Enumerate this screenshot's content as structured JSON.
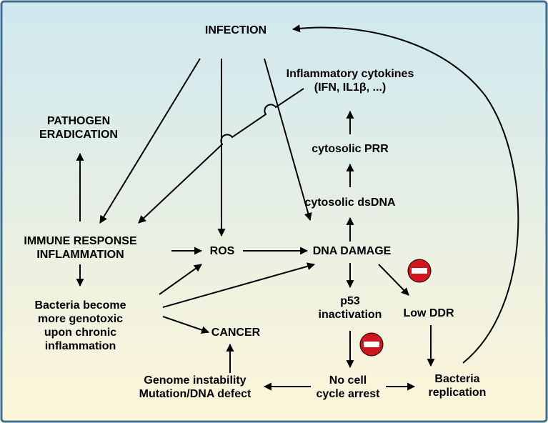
{
  "nodes": {
    "infection": "INFECTION",
    "cytokines_line1": "Inflammatory cytokines",
    "cytokines_line2": "(IFN, IL1β, ...)",
    "pathogen_line1": "PATHOGEN",
    "pathogen_line2": "ERADICATION",
    "cytosolic_prr": "cytosolic PRR",
    "cytosolic_dsdna": "cytosolic dsDNA",
    "immune_line1": "IMMUNE RESPONSE",
    "immune_line2": "INFLAMMATION",
    "ros": "ROS",
    "dna_damage": "DNA DAMAGE",
    "bacteria_line1": "Bacteria become",
    "bacteria_line2": "more genotoxic",
    "bacteria_line3": "upon chronic",
    "bacteria_line4": "inflammation",
    "p53_line1": "p53",
    "p53_line2": "inactivation",
    "low_ddr": "Low DDR",
    "cancer": "CANCER",
    "genome_line1": "Genome instability",
    "genome_line2": "Mutation/DNA defect",
    "nocell_line1": "No cell",
    "nocell_line2": "cycle arrest",
    "replication_line1": "Bacteria",
    "replication_line2": "replication"
  },
  "colors": {
    "border": "#3f6f8f",
    "background_top": "#cfe8f0",
    "background_bottom": "#fdf6d8",
    "inhibit": "#d4141c"
  }
}
